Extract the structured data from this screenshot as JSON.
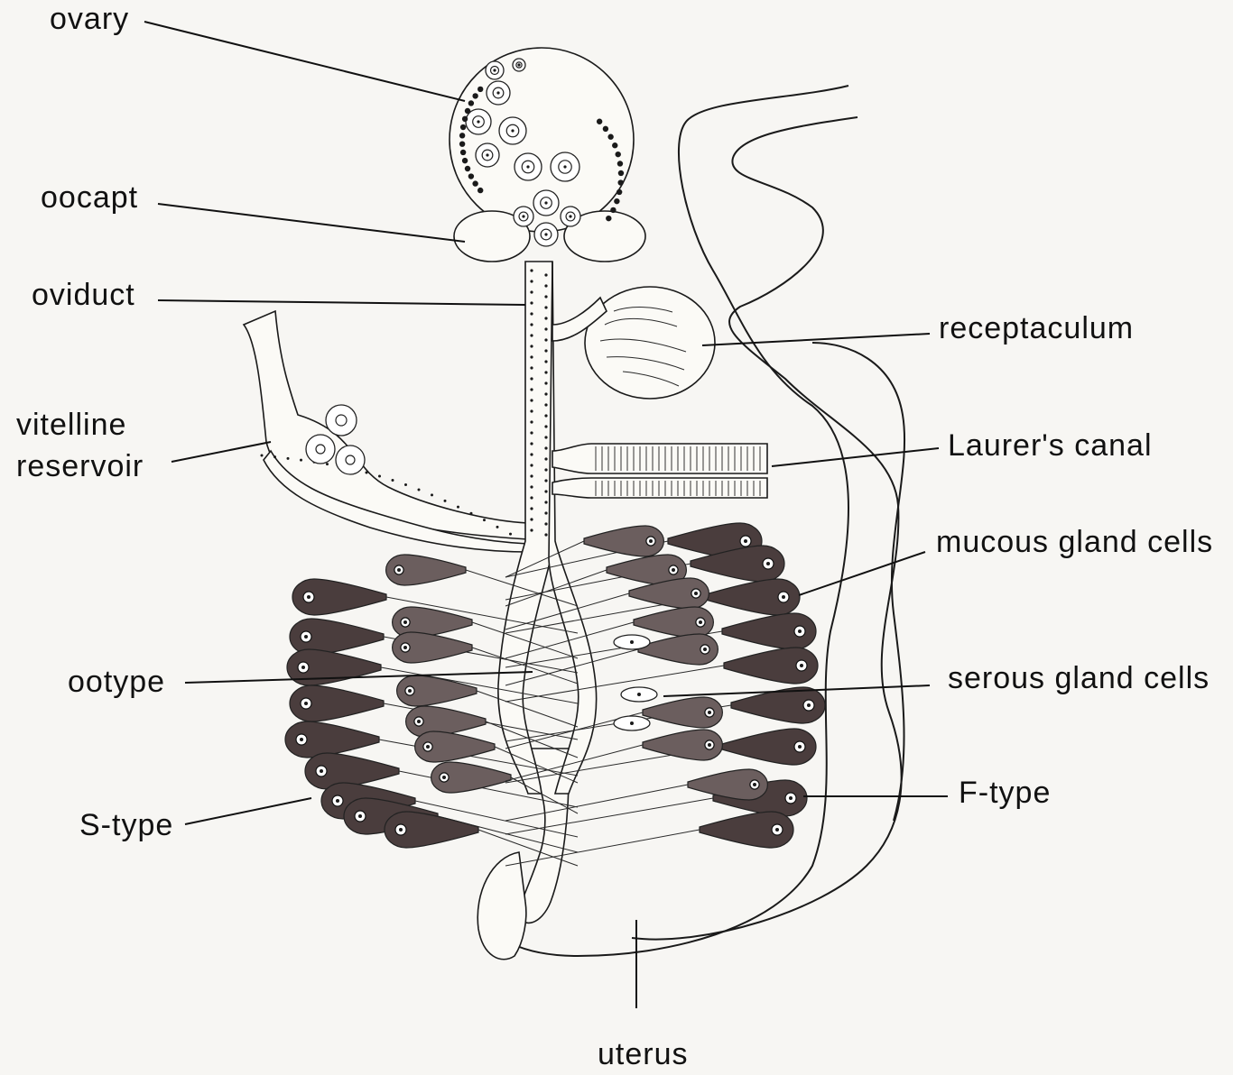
{
  "labels": {
    "ovary": "ovary",
    "oocapt": "oocapt",
    "oviduct": "oviduct",
    "vitelline_1": "vitelline",
    "vitelline_2": "reservoir",
    "ootype": "ootype",
    "s_type": "S-type",
    "receptaculum": "receptaculum",
    "laurers_canal": "Laurer's canal",
    "mucous": "mucous gland cells",
    "serous": "serous gland cells",
    "f_type": "F-type",
    "uterus": "uterus"
  }
}
